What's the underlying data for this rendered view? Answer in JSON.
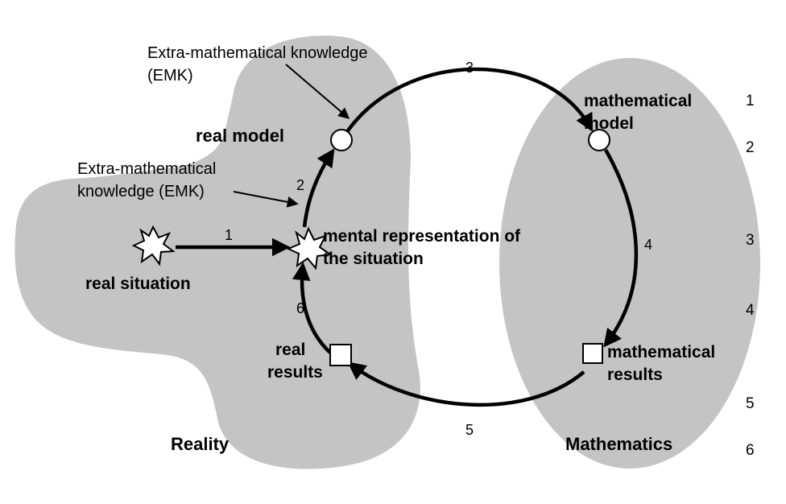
{
  "regions": {
    "reality_label": "Reality",
    "mathematics_label": "Mathematics",
    "reality_fill": "#c4c4c4",
    "mathematics_fill": "#c4c4c4"
  },
  "nodes": {
    "real_situation": "real situation",
    "mental_representation_line1": "mental representation of",
    "mental_representation_line2": "the situation",
    "real_model": "real model",
    "mathematical_model_line1": "mathematical",
    "mathematical_model_line2": "model",
    "mathematical_results_line1": "mathematical",
    "mathematical_results_line2": "results",
    "real_results_line1": "real",
    "real_results_line2": "results"
  },
  "annotations": {
    "emk_top_line1": "Extra-mathematical knowledge",
    "emk_top_line2": "(EMK)",
    "emk_mid_line1": "Extra-mathematical",
    "emk_mid_line2": "knowledge (EMK)"
  },
  "steps": {
    "step1": "1",
    "step2": "2",
    "step3": "3",
    "step4": "4",
    "step5": "5",
    "step6": "6"
  },
  "side_numbers": [
    "1",
    "2",
    "3",
    "4",
    "5",
    "6"
  ]
}
